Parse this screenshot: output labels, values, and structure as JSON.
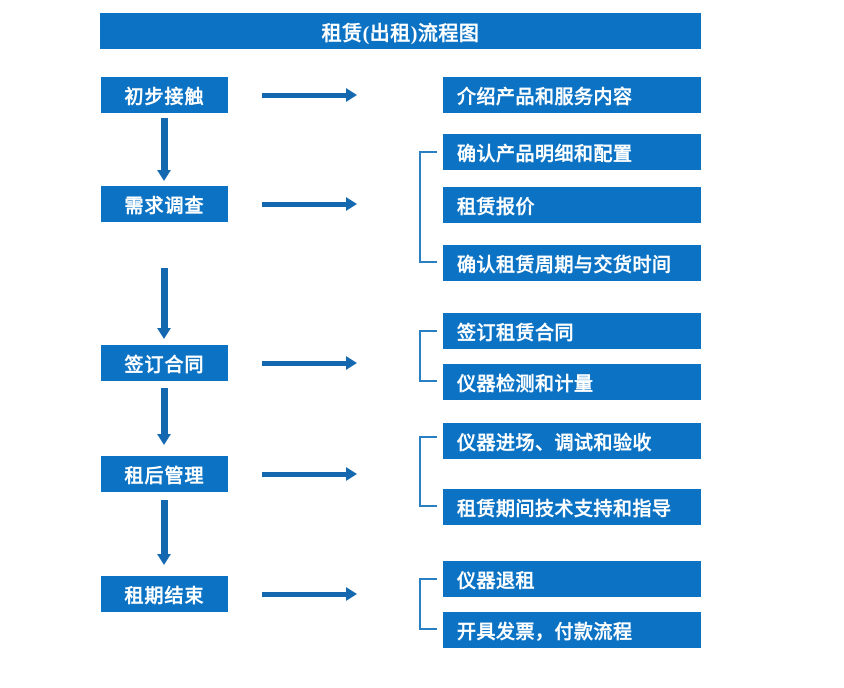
{
  "diagram": {
    "title": "租赁(出租)流程图",
    "accent_color": "#0b72c4",
    "arrow_color": "#1368b0",
    "bracket_color": "#2a7fc1",
    "text_color": "#ffffff",
    "background_color": "#ffffff"
  },
  "stages": [
    {
      "id": "initial-contact",
      "label": "初步接触"
    },
    {
      "id": "demand-survey",
      "label": "需求调查"
    },
    {
      "id": "sign-contract",
      "label": "签订合同"
    },
    {
      "id": "post-rental-management",
      "label": "租后管理"
    },
    {
      "id": "rental-end",
      "label": "租期结束"
    }
  ],
  "details": [
    {
      "id": "detail-1",
      "label": "介绍产品和服务内容",
      "stage": "initial-contact"
    },
    {
      "id": "detail-2",
      "label": "确认产品明细和配置",
      "stage": "demand-survey"
    },
    {
      "id": "detail-3",
      "label": "租赁报价",
      "stage": "demand-survey"
    },
    {
      "id": "detail-4",
      "label": "确认租赁周期与交货时间",
      "stage": "demand-survey"
    },
    {
      "id": "detail-5",
      "label": "签订租赁合同",
      "stage": "sign-contract"
    },
    {
      "id": "detail-6",
      "label": "仪器检测和计量",
      "stage": "sign-contract"
    },
    {
      "id": "detail-7",
      "label": "仪器进场、调试和验收",
      "stage": "post-rental-management"
    },
    {
      "id": "detail-8",
      "label": "租赁期间技术支持和指导",
      "stage": "post-rental-management"
    },
    {
      "id": "detail-9",
      "label": "仪器退租",
      "stage": "rental-end"
    },
    {
      "id": "detail-10",
      "label": "开具发票，付款流程",
      "stage": "rental-end"
    }
  ],
  "connectors": {
    "vertical_count": 4,
    "horizontal_count": 5,
    "bracket_count": 4
  }
}
